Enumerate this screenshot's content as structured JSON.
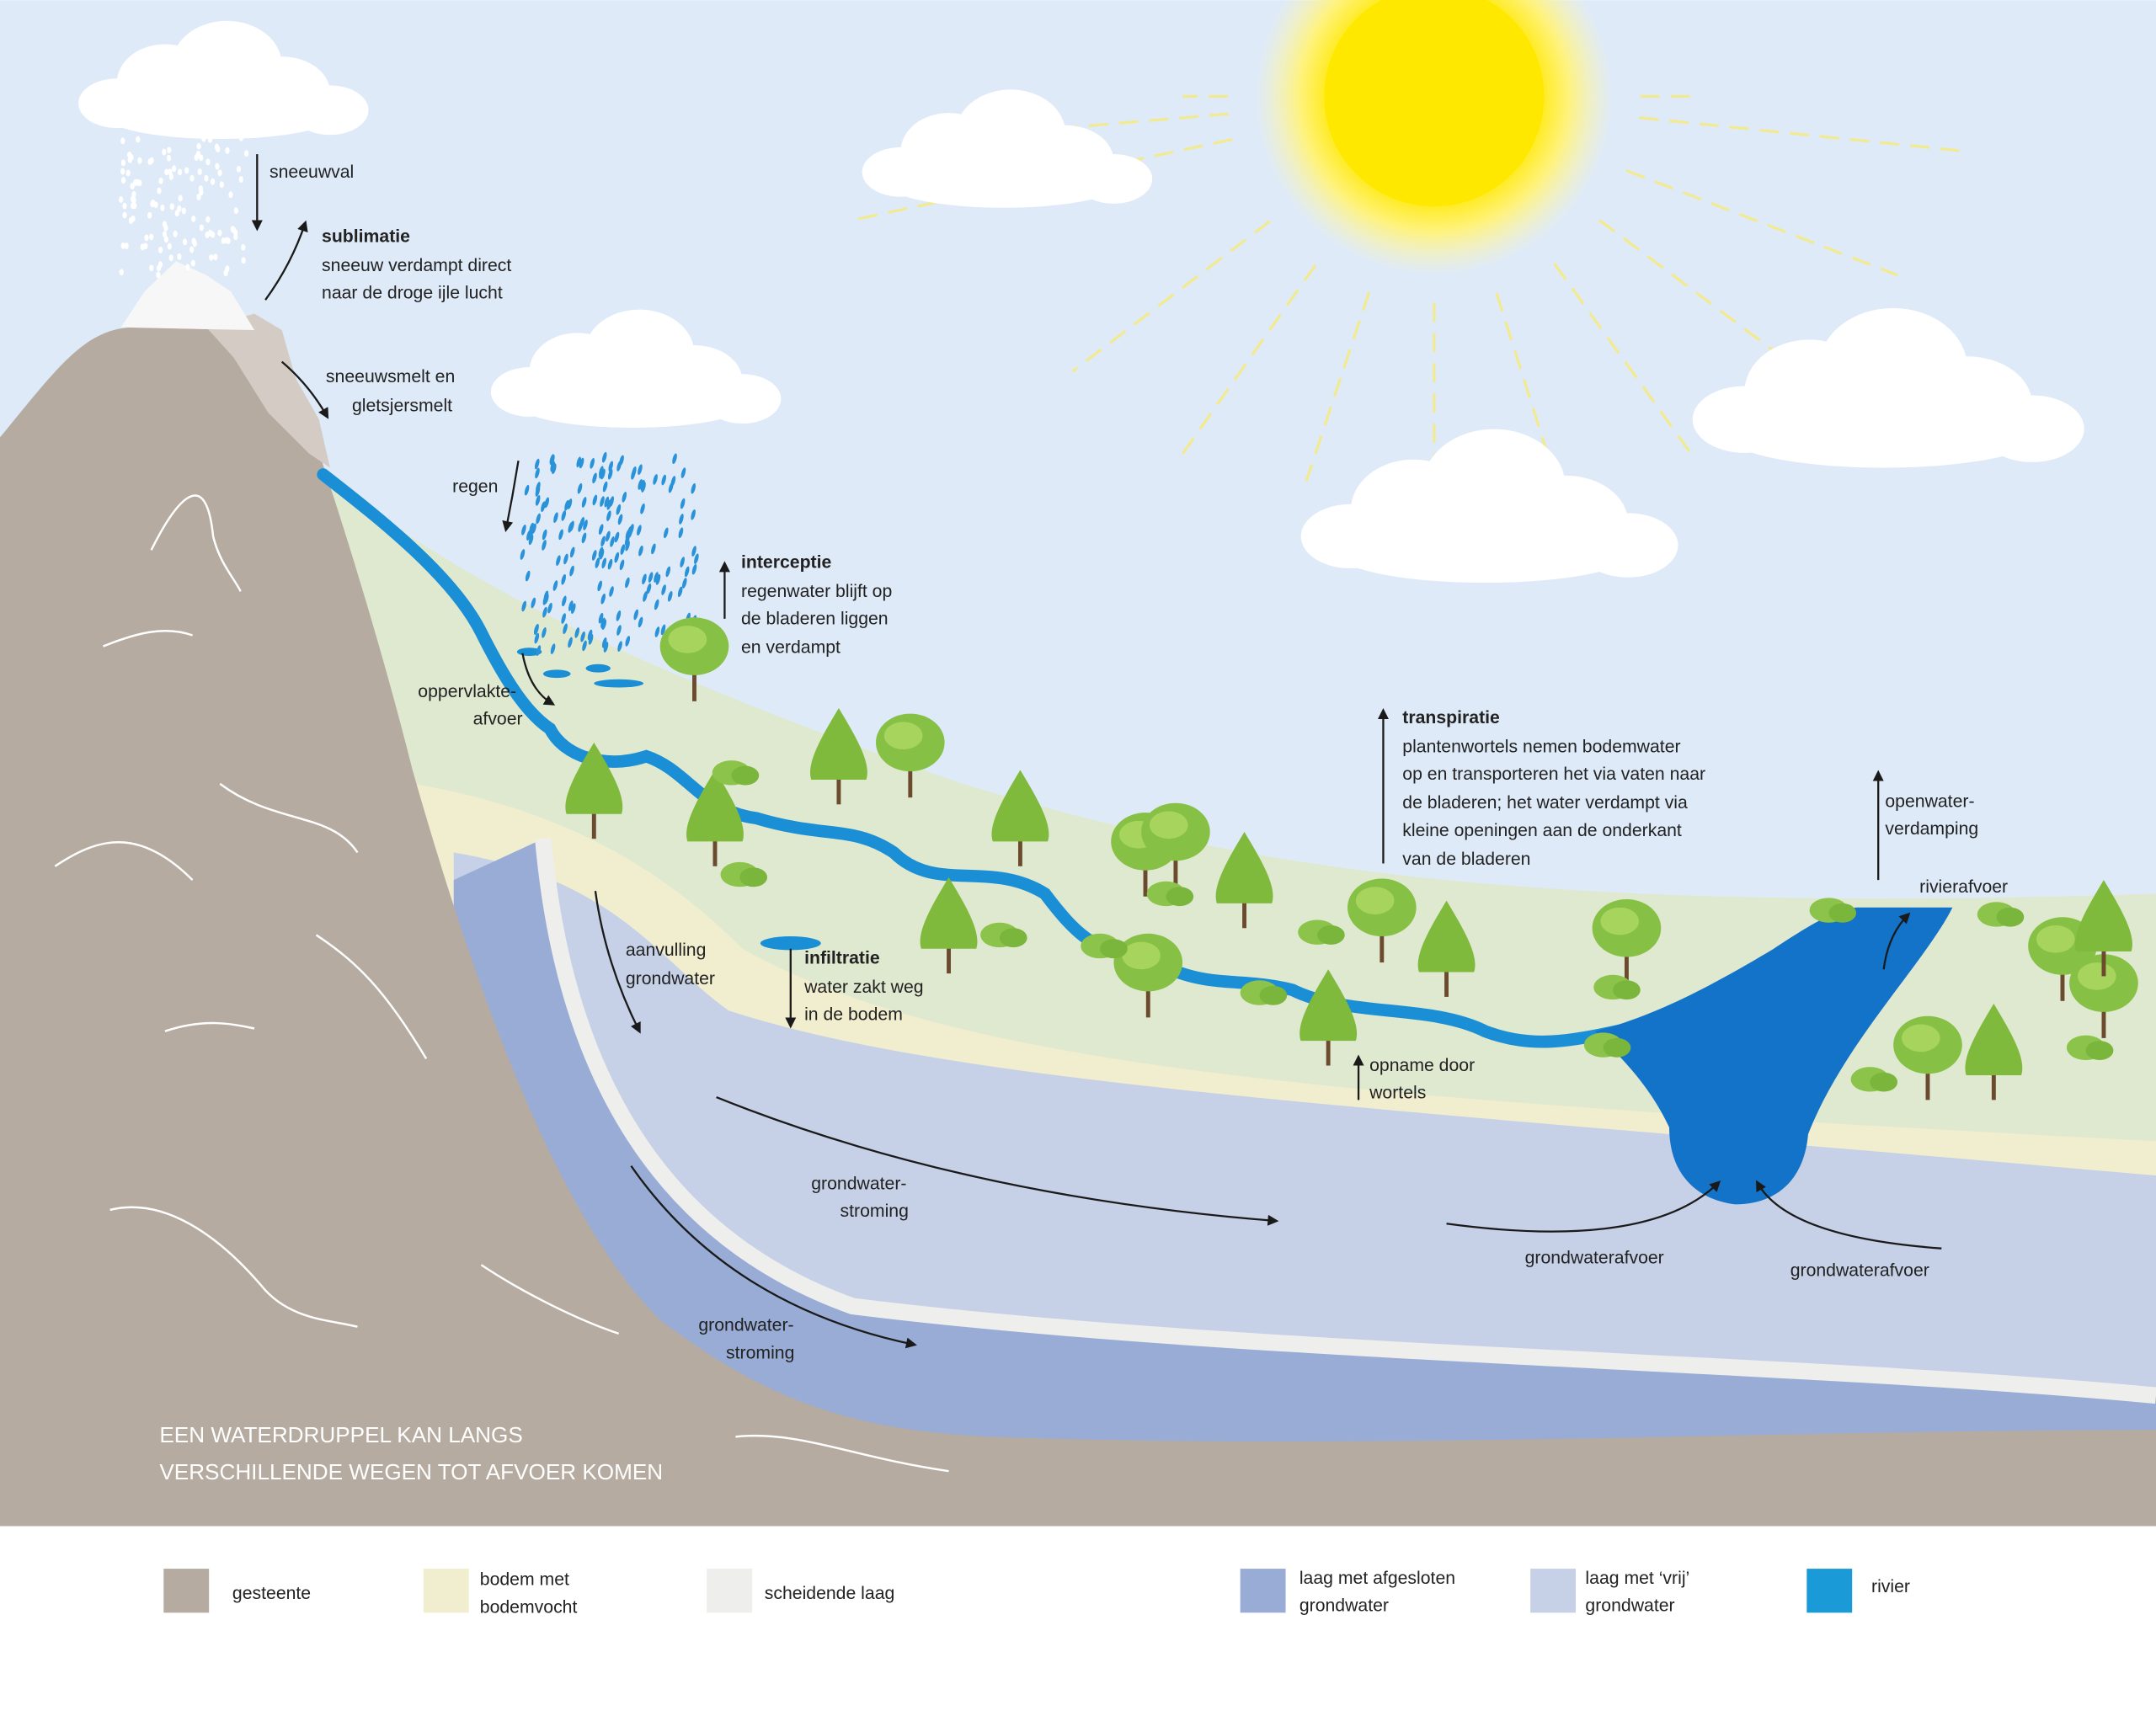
{
  "labels": {
    "snowfall": "sneeuwval",
    "sublimation": {
      "title": "sublimatie",
      "lines": [
        "sneeuw verdampt direct",
        "naar de droge ijle lucht"
      ]
    },
    "snowmelt": [
      "sneeuwsmelt en",
      "gletsjersmelt"
    ],
    "rain": "regen",
    "interception": {
      "title": "interceptie",
      "lines": [
        "regenwater blijft op",
        "de bladeren liggen",
        "en verdampt"
      ]
    },
    "surface_runoff": [
      "oppervlakte-",
      "afvoer"
    ],
    "transpiration": {
      "title": "transpiratie",
      "lines": [
        "plantenwortels nemen bodemwater",
        "op en transporteren het via vaten naar",
        "de bladeren; het water verdampt via",
        "kleine openingen aan de onderkant",
        "van de bladeren"
      ]
    },
    "open_water_evaporation": [
      "openwater-",
      "verdamping"
    ],
    "river_discharge": "rivierafvoer",
    "recharge": [
      "aanvulling",
      "grondwater"
    ],
    "infiltration": {
      "title": "infiltratie",
      "lines": [
        "water zakt weg",
        "in de bodem"
      ]
    },
    "root_uptake": [
      "opname door",
      "wortels"
    ],
    "groundwater_flow_1": [
      "grondwater-",
      "stroming"
    ],
    "groundwater_flow_2": [
      "grondwater-",
      "stroming"
    ],
    "groundwater_discharge_1": "grondwaterafvoer",
    "groundwater_discharge_2": "grondwaterafvoer"
  },
  "caption": [
    "EEN WATERDRUPPEL KAN LANGS",
    "VERSCHILLENDE WEGEN TOT AFVOER KOMEN"
  ],
  "legend": [
    {
      "lines": [
        "gesteente"
      ],
      "color": "#b5aba0"
    },
    {
      "lines": [
        "bodem met",
        "bodemvocht"
      ],
      "color": "#f1eecf"
    },
    {
      "lines": [
        "scheidende laag"
      ],
      "color": "#eeeeec"
    },
    {
      "lines": [
        "laag met afgesloten",
        "grondwater"
      ],
      "color": "#98acd6"
    },
    {
      "lines": [
        "laag met ‘vrij’",
        "grondwater"
      ],
      "color": "#c6d1e7"
    },
    {
      "lines": [
        "rivier"
      ],
      "color": "#1b9ad8"
    }
  ],
  "colors": {
    "sky": "#deeaf8",
    "land": "#dfe9cf",
    "river": "#1a8fd6",
    "sun": "#ffe800"
  }
}
